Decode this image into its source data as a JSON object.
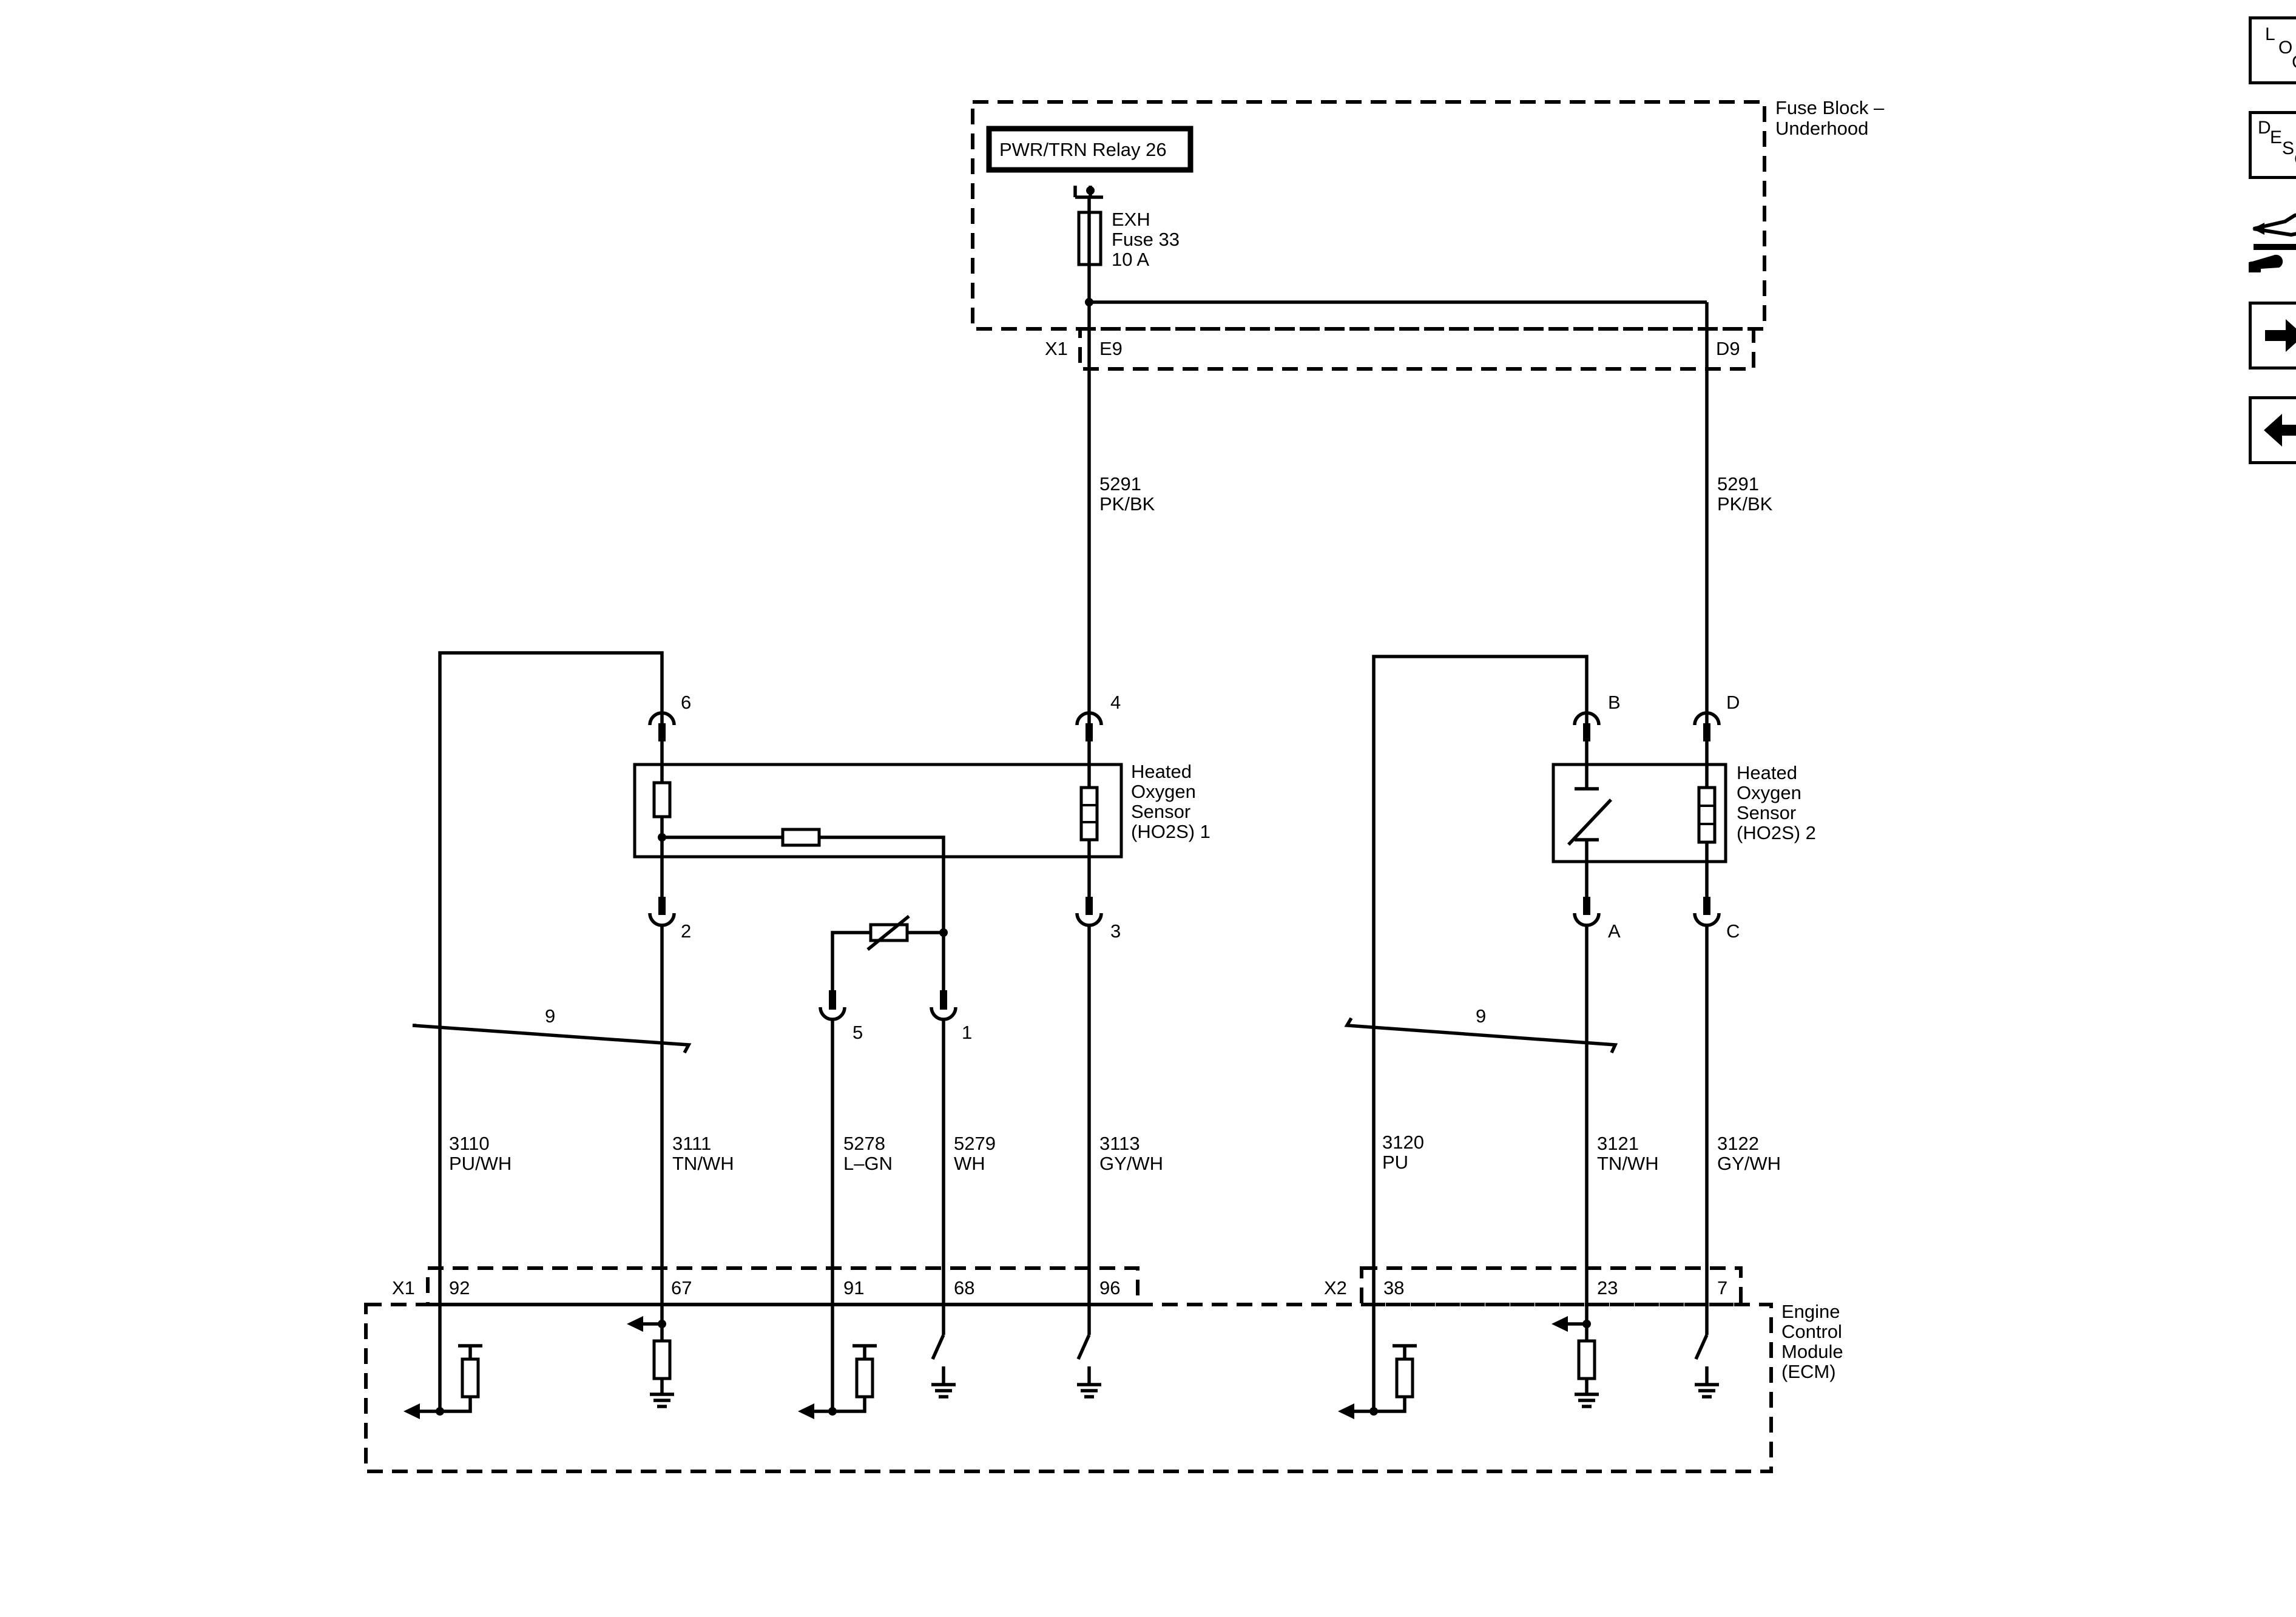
{
  "fuse_block": {
    "title_line1": "Fuse Block –",
    "title_line2": "Underhood",
    "relay": "PWR/TRN Relay 26",
    "fuse_line1": "EXH",
    "fuse_line2": "Fuse 33",
    "fuse_line3": "10 A",
    "connector": "X1",
    "pin_left": "E9",
    "pin_right": "D9"
  },
  "wires": {
    "left_supply": {
      "circuit": "5291",
      "color": "PK/BK"
    },
    "right_supply": {
      "circuit": "5291",
      "color": "PK/BK"
    },
    "w3110": {
      "circuit": "3110",
      "color": "PU/WH"
    },
    "w3111": {
      "circuit": "3111",
      "color": "TN/WH"
    },
    "w5278": {
      "circuit": "5278",
      "color": "L–GN"
    },
    "w5279": {
      "circuit": "5279",
      "color": "WH"
    },
    "w3113": {
      "circuit": "3113",
      "color": "GY/WH"
    },
    "w3120": {
      "circuit": "3120",
      "color": "PU"
    },
    "w3121": {
      "circuit": "3121",
      "color": "TN/WH"
    },
    "w3122": {
      "circuit": "3122",
      "color": "GY/WH"
    },
    "twist_left": "9",
    "twist_right": "9"
  },
  "sensor1": {
    "label_line1": "Heated",
    "label_line2": "Oxygen",
    "label_line3": "Sensor",
    "label_line4": "(HO2S) 1",
    "pin6": "6",
    "pin4": "4",
    "pin2": "2",
    "pin3": "3",
    "pin5": "5",
    "pin1": "1"
  },
  "sensor2": {
    "label_line1": "Heated",
    "label_line2": "Oxygen",
    "label_line3": "Sensor",
    "label_line4": "(HO2S) 2",
    "pinB": "B",
    "pinD": "D",
    "pinA": "A",
    "pinC": "C"
  },
  "ecm": {
    "label_line1": "Engine",
    "label_line2": "Control",
    "label_line3": "Module",
    "label_line4": "(ECM)",
    "x1_connector": "X1",
    "x2_connector": "X2",
    "pins_x1": [
      "92",
      "67",
      "91",
      "68",
      "96"
    ],
    "pins_x2": [
      "38",
      "23",
      "7"
    ]
  },
  "side_nav": {
    "loc": {
      "l1": "L",
      "l2": "O",
      "l3": "C"
    },
    "desc": {
      "l1": "D",
      "l2": "E",
      "l3": "S",
      "l4": "C"
    },
    "icons": [
      "connector-tools-icon",
      "arrow-right-icon",
      "arrow-left-icon"
    ]
  }
}
